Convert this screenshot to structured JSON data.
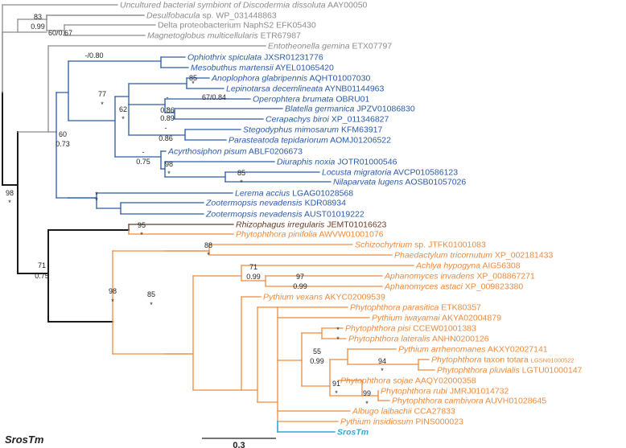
{
  "figure": {
    "title": "SrosTm",
    "scale_label": "0.3",
    "colors": {
      "outgroup": "#8c8c8c",
      "metazoa": "#2a5aa8",
      "oomycete": "#ee8a3c",
      "fungus": "#6b3a22",
      "root": "#1a1a1a",
      "query": "#2aa9d6",
      "text": "#222222"
    }
  },
  "tips": [
    {
      "id": "t1",
      "genus": "Uncultured bacterial symbiont of Discodermia dissoluta",
      "acc": "AAY00050",
      "group": "outgroup"
    },
    {
      "id": "t2",
      "genus": "Desulfobacula",
      "rest": " sp.",
      "acc": "WP_031448863",
      "group": "outgroup"
    },
    {
      "id": "t3",
      "genus": "",
      "plain": "Delta proteobacterium NaphS2",
      "acc": "EFK05430",
      "group": "outgroup"
    },
    {
      "id": "t4",
      "genus": "Magnetoglobus multicellularis",
      "acc": "ETR67987",
      "group": "outgroup"
    },
    {
      "id": "t5",
      "genus": "Entotheonella gemina",
      "acc": "ETX07797",
      "group": "outgroup"
    },
    {
      "id": "t6",
      "genus": "Ophiothrix spiculata",
      "acc": "JXSR01231776",
      "group": "metazoa"
    },
    {
      "id": "t7",
      "genus": "Mesobuthus martensii",
      "acc": "AYEL01065420",
      "group": "metazoa"
    },
    {
      "id": "t8",
      "genus": "Anoplophora glabripennis",
      "acc": "AQHT01007030",
      "group": "metazoa"
    },
    {
      "id": "t9",
      "genus": "Lepinotarsa decemlineata",
      "acc": "AYNB01144963",
      "group": "metazoa"
    },
    {
      "id": "t10",
      "genus": "Operophtera brumata",
      "acc": "OBRU01",
      "group": "metazoa"
    },
    {
      "id": "t11",
      "genus": "Blatella germanica",
      "acc": "JPZV01086830",
      "group": "metazoa"
    },
    {
      "id": "t12",
      "genus": "Cerapachys biroi",
      "acc": "XP_011346827",
      "group": "metazoa"
    },
    {
      "id": "t13",
      "genus": "Stegodyphus mimosarum",
      "acc": "KFM63917",
      "group": "metazoa"
    },
    {
      "id": "t14",
      "genus": "Parasteatoda tepidariorum",
      "acc": "AOMJ01206522",
      "group": "metazoa"
    },
    {
      "id": "t15",
      "genus": "Acyrthosiphon pisum",
      "acc": "ABLF0206673",
      "group": "metazoa"
    },
    {
      "id": "t16",
      "genus": "Diuraphis noxia",
      "acc": "JOTR01000546",
      "group": "metazoa"
    },
    {
      "id": "t17",
      "genus": "Locusta migratoria",
      "acc": "AVCP010586123",
      "group": "metazoa"
    },
    {
      "id": "t18",
      "genus": "Nilaparvata lugens",
      "acc": "AOSB01057026",
      "group": "metazoa"
    },
    {
      "id": "t19",
      "genus": "Lerema accius",
      "acc": "LGAG01028568",
      "group": "metazoa"
    },
    {
      "id": "t20",
      "genus": "Zootermopsis nevadensis",
      "acc": "KDR08934",
      "group": "metazoa"
    },
    {
      "id": "t21",
      "genus": "Zootermopsis nevadensis",
      "acc": "AUST01019222",
      "group": "metazoa"
    },
    {
      "id": "t22",
      "genus": "Rhizophagus irregularis",
      "acc": "JEMT01016623",
      "group": "fungus"
    },
    {
      "id": "t23",
      "genus": "Phytophthora pinifolia",
      "acc": "AWVW01001076",
      "group": "oomycete"
    },
    {
      "id": "t24",
      "genus": "Schizochytrium",
      "rest": " sp.",
      "acc": "JTFK01001083",
      "group": "oomycete"
    },
    {
      "id": "t25",
      "genus": "Phaedactylum tricornutum",
      "acc": "XP_002181433",
      "group": "oomycete"
    },
    {
      "id": "t26",
      "genus": "Achlya hypogyna",
      "acc": "AIG56308",
      "group": "oomycete"
    },
    {
      "id": "t27",
      "genus": "Aphanomyces invadens",
      "acc": "XP_008867271",
      "group": "oomycete"
    },
    {
      "id": "t28",
      "genus": "Aphanomyces astaci",
      "acc": "XP_009823380",
      "group": "oomycete"
    },
    {
      "id": "t29",
      "genus": "Pythium vexans",
      "acc": "AKYC02009539",
      "group": "oomycete"
    },
    {
      "id": "t30",
      "genus": "Phytophthora parasitica",
      "acc": "ETK80357",
      "group": "oomycete"
    },
    {
      "id": "t31",
      "genus": "Pythium iwayamai",
      "acc": "AKYA02004879",
      "group": "oomycete"
    },
    {
      "id": "t32",
      "genus": "Phytophthora pisi",
      "acc": "CCEW01001383",
      "group": "oomycete"
    },
    {
      "id": "t33",
      "genus": "Phytophthora lateralis",
      "acc": "ANHN0200126",
      "group": "oomycete"
    },
    {
      "id": "t34",
      "genus": "Pythium arrhenomanes",
      "acc": "AKXY02027141",
      "group": "oomycete"
    },
    {
      "id": "t35",
      "genus": "Phytophthora",
      "rest": " taxon totara",
      "acc": "LGSN01000522",
      "small_acc": true,
      "group": "oomycete"
    },
    {
      "id": "t36",
      "genus": "Phytophthora pluvialis",
      "acc": "LGTU01000147",
      "group": "oomycete"
    },
    {
      "id": "t37",
      "genus": "Phytophthora sojae",
      "acc": "AAQY02000358",
      "group": "oomycete"
    },
    {
      "id": "t38",
      "genus": "Phytophthora rubi",
      "acc": "JMRJ01014732",
      "group": "oomycete"
    },
    {
      "id": "t39",
      "genus": "Phytophthora cambivora",
      "acc": "AUVH01028645",
      "group": "oomycete"
    },
    {
      "id": "t40",
      "genus": "Albugo laibachii",
      "acc": "CCA27833",
      "group": "oomycete"
    },
    {
      "id": "t41",
      "genus": "Pythium insidiosum",
      "acc": "PINS000023",
      "group": "oomycete"
    },
    {
      "id": "t42",
      "genus": "SrosTm",
      "acc": "",
      "group": "query",
      "bold": true
    }
  ],
  "supports": [
    {
      "text": "83"
    },
    {
      "text": "0.99"
    },
    {
      "text": "60/0.67"
    },
    {
      "text": "-/0.80"
    },
    {
      "text": "85"
    },
    {
      "text": "*"
    },
    {
      "text": "77"
    },
    {
      "text": "*"
    },
    {
      "text": "67/0.84"
    },
    {
      "text": "-"
    },
    {
      "text": "0.86"
    },
    {
      "text": "-"
    },
    {
      "text": "0.89"
    },
    {
      "text": "62"
    },
    {
      "text": "*"
    },
    {
      "text": "-"
    },
    {
      "text": "0.86"
    },
    {
      "text": "60"
    },
    {
      "text": "0.73"
    },
    {
      "text": "-"
    },
    {
      "text": "0.75"
    },
    {
      "text": "98"
    },
    {
      "text": "*"
    },
    {
      "text": "85"
    },
    {
      "text": "*"
    },
    {
      "text": "*"
    },
    {
      "text": "*"
    },
    {
      "text": "98"
    },
    {
      "text": "*"
    },
    {
      "text": "95"
    },
    {
      "text": "*"
    },
    {
      "text": "71"
    },
    {
      "text": "0.75"
    },
    {
      "text": "88"
    },
    {
      "text": "*"
    },
    {
      "text": "98"
    },
    {
      "text": "*"
    },
    {
      "text": "71"
    },
    {
      "text": "0.99"
    },
    {
      "text": "97"
    },
    {
      "text": "0.99"
    },
    {
      "text": "85"
    },
    {
      "text": "*"
    },
    {
      "text": "*"
    },
    {
      "text": "*"
    },
    {
      "text": "55"
    },
    {
      "text": "0.99"
    },
    {
      "text": "94"
    },
    {
      "text": "*"
    },
    {
      "text": "91"
    },
    {
      "text": "*"
    },
    {
      "text": "99"
    },
    {
      "text": "*"
    }
  ]
}
